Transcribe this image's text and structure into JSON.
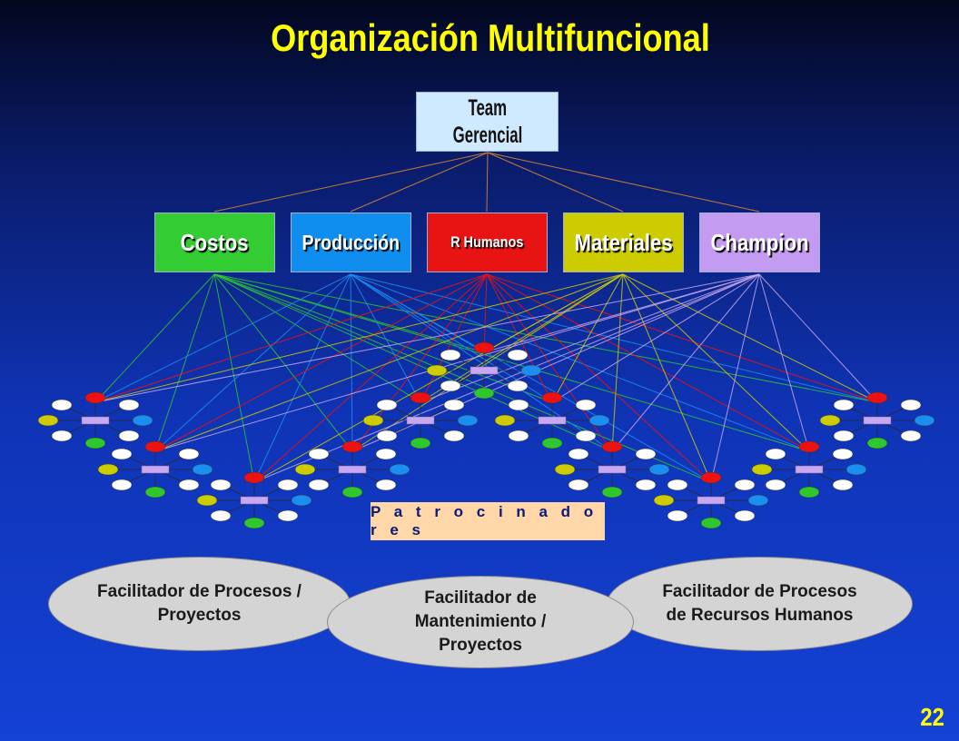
{
  "title": "Organización Multifuncional",
  "team": {
    "label_line1": "Team",
    "label_line2": "Gerencial"
  },
  "departments": [
    {
      "id": "costos",
      "label": "Costos",
      "color": "#33cc33"
    },
    {
      "id": "produccion",
      "label": "Producción",
      "color": "#0f8ef0"
    },
    {
      "id": "rh",
      "label": "R Humanos",
      "color": "#e81414"
    },
    {
      "id": "materiales",
      "label": "Materiales",
      "color": "#cccc00"
    },
    {
      "id": "champion",
      "label": "Champion",
      "color": "#c39cf2"
    }
  ],
  "sponsors_label": "P a t r o c i n a d o r e s",
  "facilitators": [
    {
      "label": "Facilitador de Procesos / Proyectos"
    },
    {
      "label": "Facilitador de Mantenimiento / Proyectos"
    },
    {
      "label": "Facilitador de Procesos de Recursos Humanos"
    }
  ],
  "node_colors": {
    "red": "#ee1111",
    "blue": "#1a8ff0",
    "green": "#2ec82e",
    "yellow": "#cccc00",
    "white": "#ffffff",
    "hub": "#c8a8f0"
  },
  "page_number": "22"
}
